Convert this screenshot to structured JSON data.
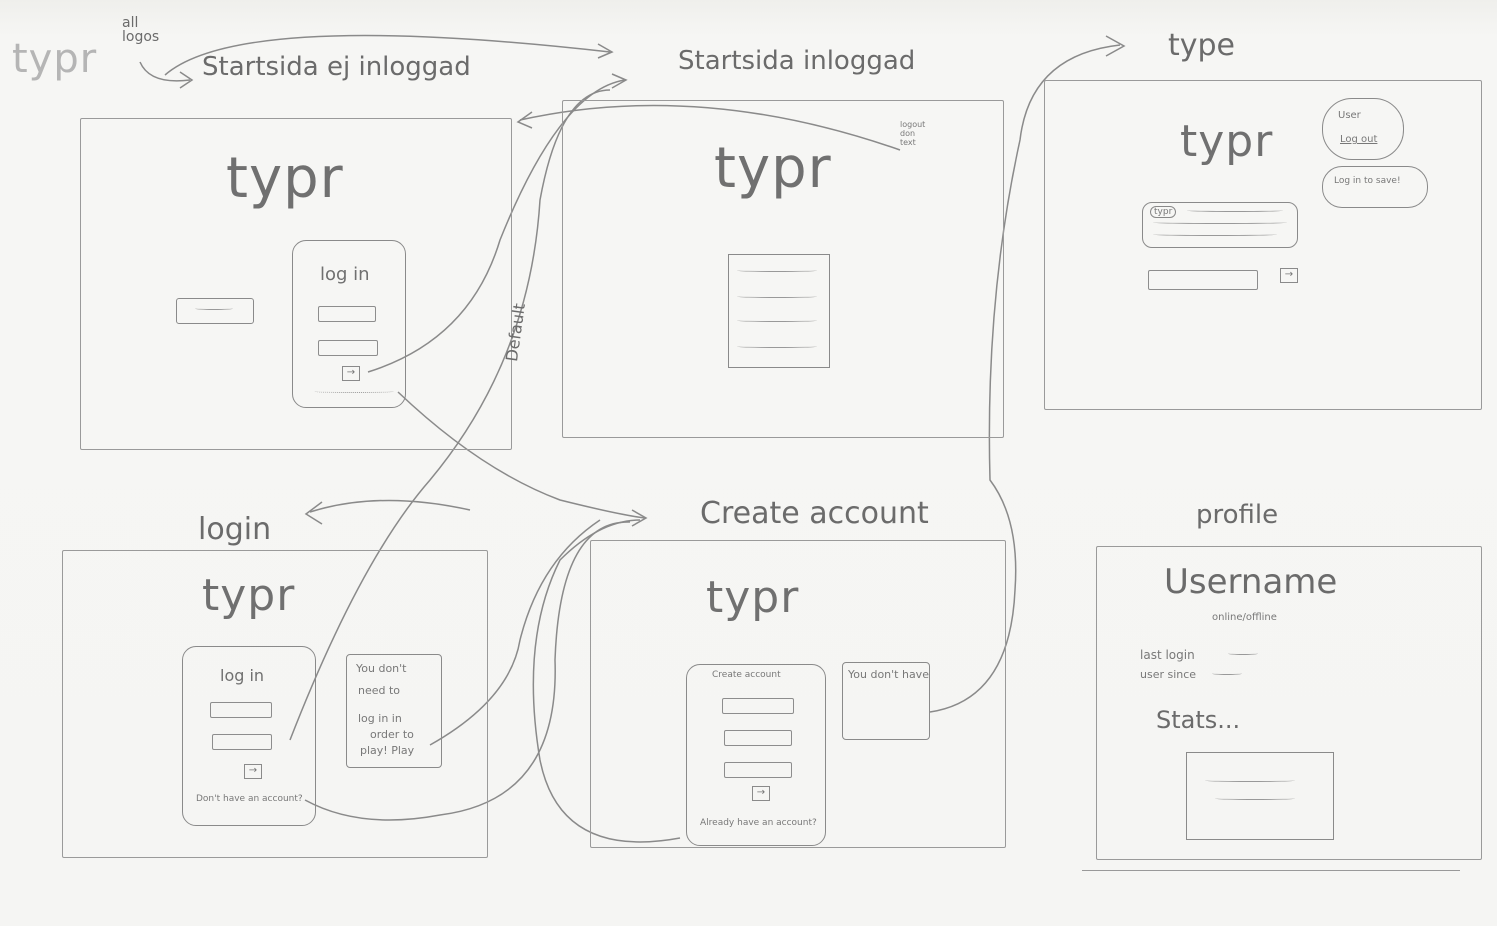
{
  "corner_note": {
    "logo": "typr",
    "all_logos": "all\nlogos"
  },
  "titles": {
    "start_logged_out": "Startsida ej inloggad",
    "start_logged_in": "Startsida inloggad",
    "type": "type",
    "login": "login",
    "create_account": "Create account",
    "profile": "profile"
  },
  "frame_start_logged_out": {
    "logo": "typr",
    "login_card_title": "log in",
    "arrow_glyph": "→"
  },
  "frame_start_logged_in": {
    "logo": "typr",
    "corner_note": "logout\ndon\ntext"
  },
  "frame_type": {
    "logo": "typr",
    "menu_item_1": "User",
    "menu_item_2": "Log out",
    "menu_item_3": "Log in to save!",
    "input_text": "typr",
    "arrow_glyph": "→"
  },
  "frame_login": {
    "logo": "typr",
    "card_title": "log in",
    "card_footer": "Don't have an account?",
    "note_lines": [
      "You don't",
      "need to",
      "log in in",
      "order to",
      "play! Play"
    ],
    "arrow_glyph": "→"
  },
  "frame_create": {
    "logo": "typr",
    "card_title": "Create account",
    "card_footer": "Already have an account?",
    "note_text": "You don't have",
    "arrow_glyph": "→"
  },
  "frame_profile": {
    "username": "Username",
    "status": "online/offline",
    "last_login": "last login",
    "user_since": "user since",
    "stats": "Stats..."
  },
  "arrow_label": "Default"
}
